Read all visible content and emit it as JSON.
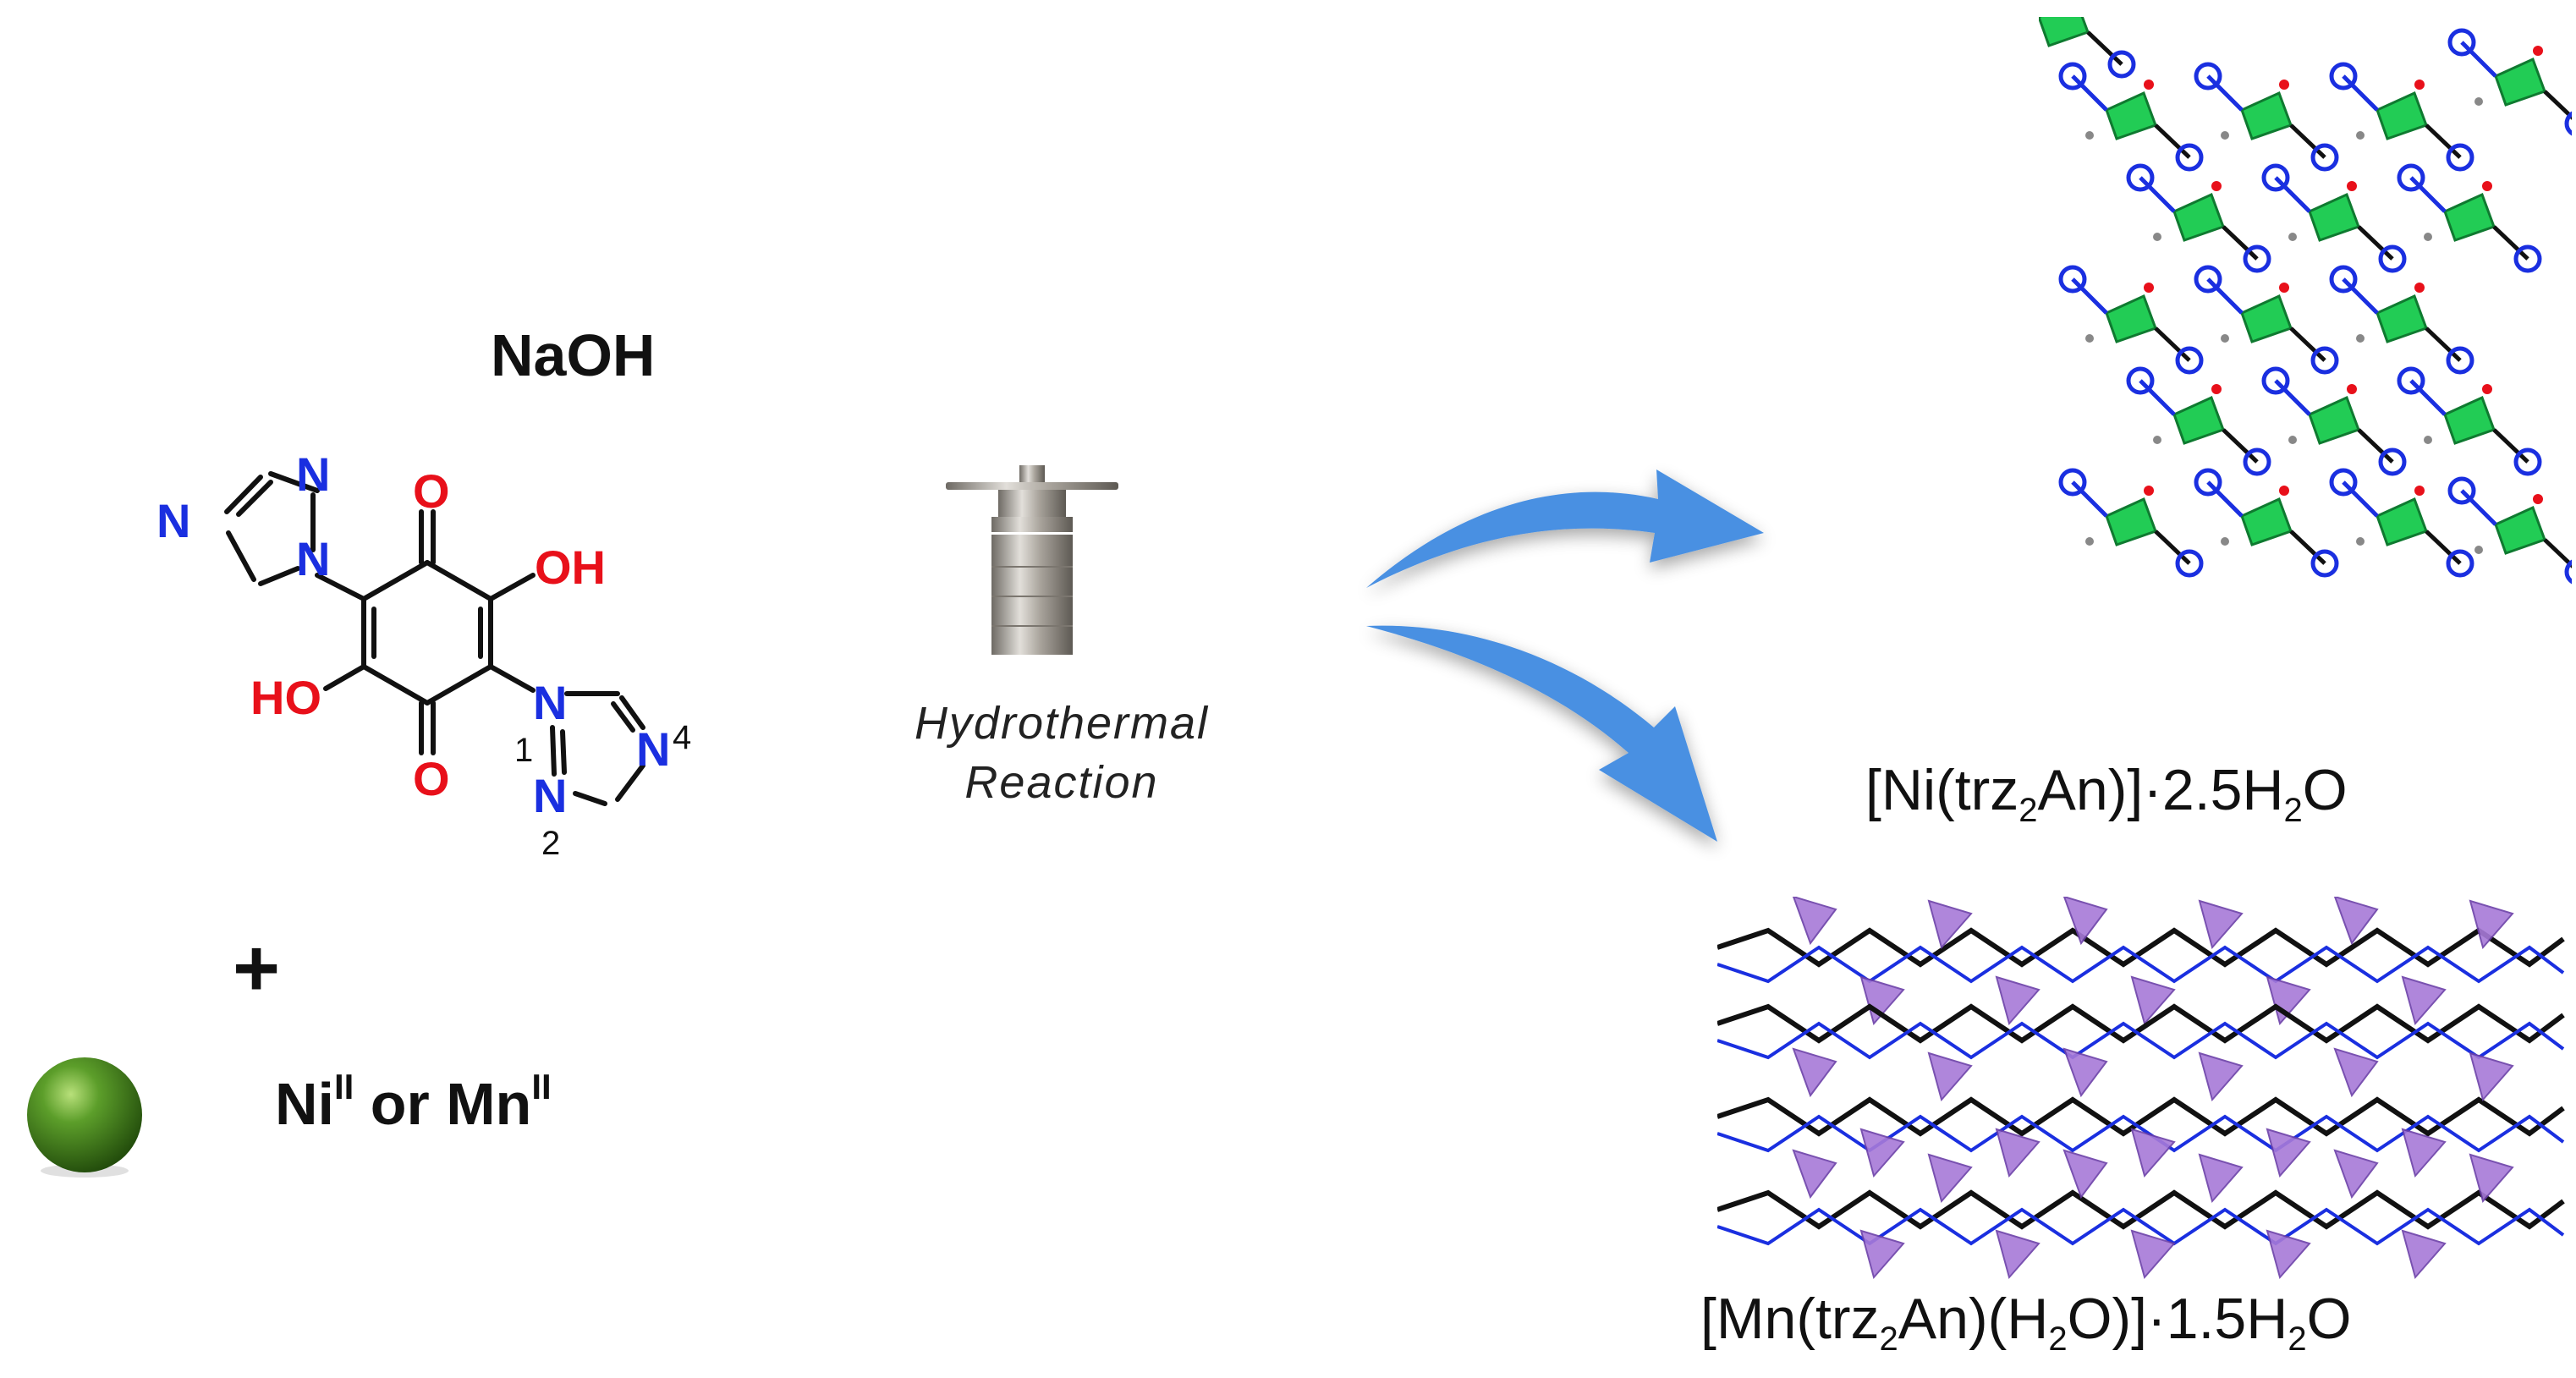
{
  "reagent": {
    "base": "NaOH",
    "plus": "+",
    "metal_prefix": "Ni",
    "metal_sup1": "II",
    "metal_mid": " or Mn",
    "metal_sup2": "II"
  },
  "ligand_atoms": {
    "O": "O",
    "N": "N",
    "OH": "OH",
    "HO": "HO",
    "pos1": "1",
    "pos2": "2",
    "pos4": "4"
  },
  "reaction": {
    "line1": "Hydrothermal",
    "line2": "Reaction"
  },
  "product_ni": {
    "a": "[Ni(trz",
    "sub1": "2",
    "b": "An)]·2.5H",
    "sub2": "2",
    "c": "O"
  },
  "product_mn": {
    "a": "[Mn(trz",
    "sub1": "2",
    "b": "An)(H",
    "sub2": "2",
    "c": "O)]·1.5H",
    "sub3": "2",
    "d": "O"
  },
  "colors": {
    "oxygen": "#e8101a",
    "nitrogen": "#1a2fe0",
    "arrow": "#4a90e2",
    "sphere": "#3f8a1c",
    "ni_polyhedra": "#22cc55",
    "mn_polyhedra": "#a77ad8"
  }
}
